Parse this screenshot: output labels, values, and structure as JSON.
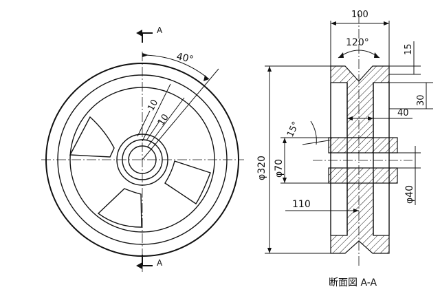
{
  "section_marks": {
    "top": "A",
    "bottom": "A"
  },
  "front_view": {
    "angle_label": "40°",
    "rib_thickness_1": "10",
    "rib_thickness_2": "10"
  },
  "section_view": {
    "width_label": "100",
    "groove_angle_label": "120°",
    "groove_depth_label": "15",
    "rim_depth_label": "30",
    "web_label": "40",
    "taper_angle_label": "15°",
    "outer_dia_label": "φ320",
    "hub_dia_label": "φ70",
    "bore_dia_label": "φ40",
    "hub_length_label": "110",
    "caption": "断面図 A-A"
  }
}
